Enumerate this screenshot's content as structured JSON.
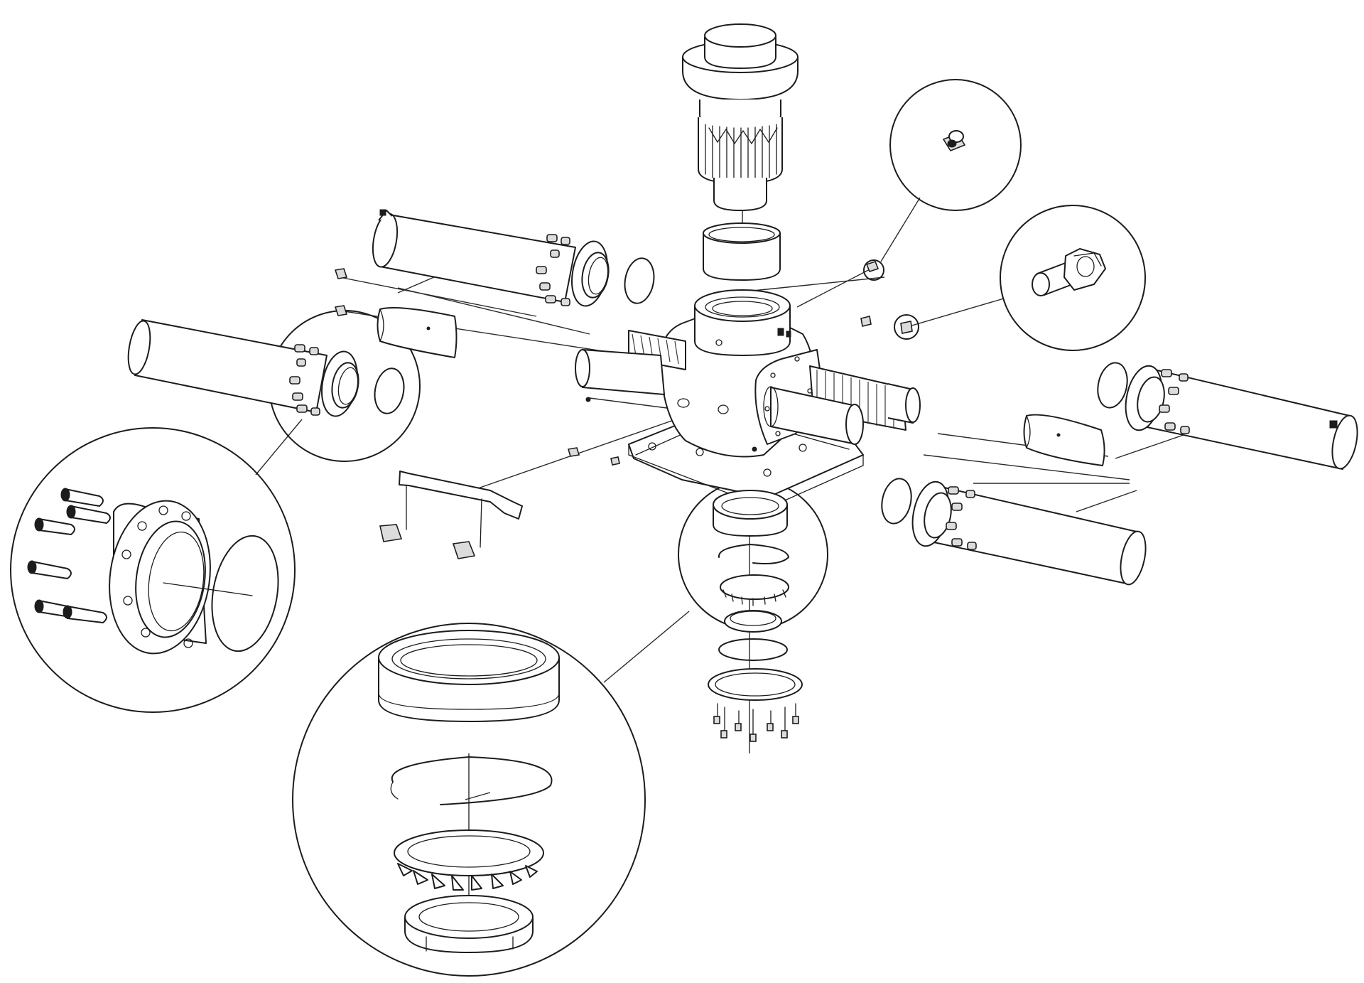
{
  "diagram": {
    "kind": "exploded-assembly-drawing",
    "line_color": "#1c1c1c",
    "background": "#ffffff",
    "components": [
      "input-shaft",
      "shaft-bushing",
      "gearbox-housing",
      "mounting-base-plate",
      "worm-rack-shaft",
      "output-tube-upper-left",
      "output-tube-left",
      "output-tube-right",
      "output-tube-lower-right",
      "shaft-cover-left",
      "shaft-cover-right",
      "support-bracket",
      "bearing-stack"
    ],
    "detail_callouts": [
      "grease-nipple-detail",
      "flange-bolt-detail",
      "tube-flange-detail",
      "bearing-assembly-detail",
      "bearing-stack-detail"
    ]
  }
}
